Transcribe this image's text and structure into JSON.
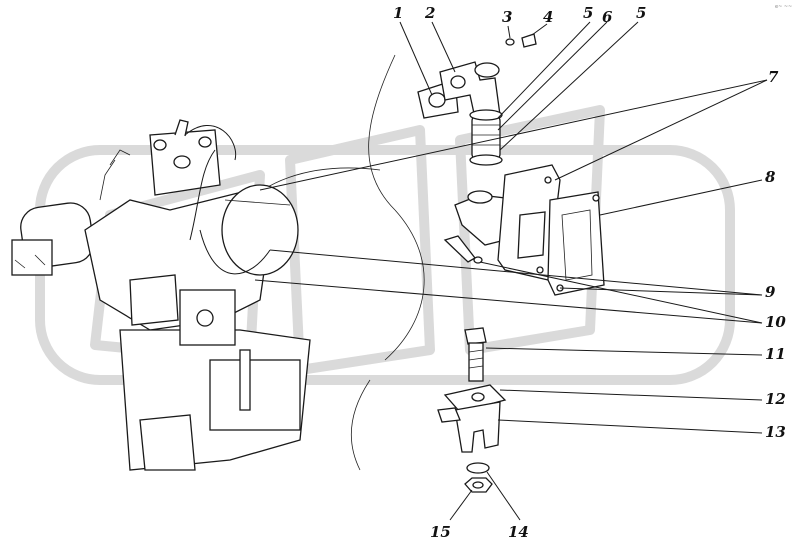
{
  "callouts": [
    "1",
    "2",
    "3",
    "4",
    "5",
    "6",
    "5",
    "7",
    "8",
    "9",
    "10",
    "11",
    "12",
    "13",
    "15",
    "14"
  ],
  "corner_mark": "e~ ~~"
}
